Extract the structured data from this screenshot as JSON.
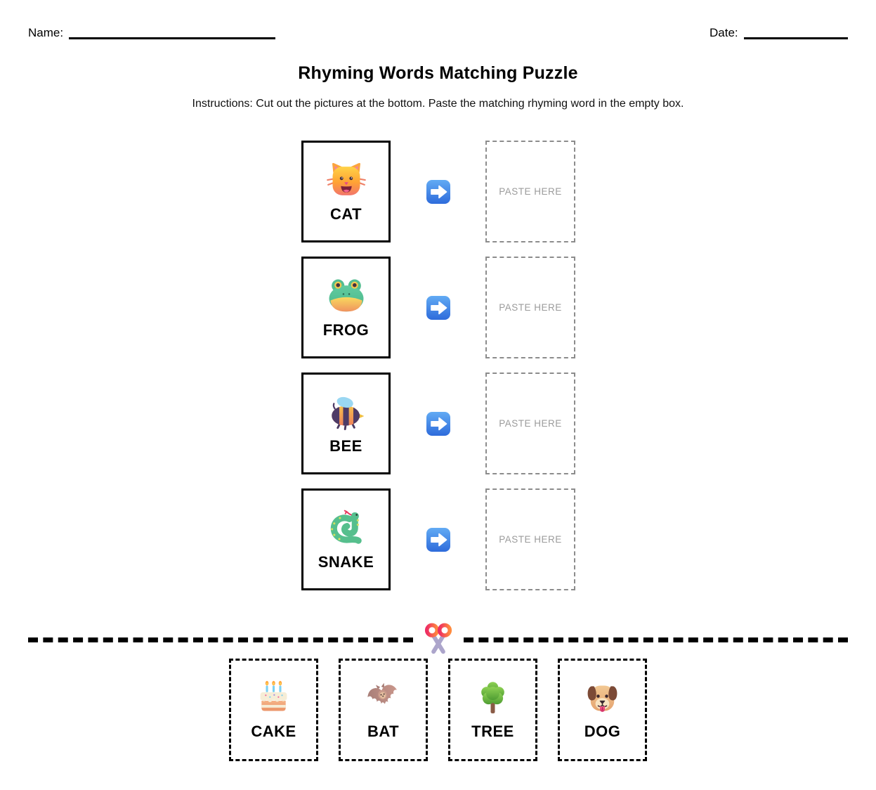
{
  "worksheet": {
    "name_label": "Name:",
    "date_label": "Date:",
    "title": "Rhyming Words Matching Puzzle",
    "instructions": "Instructions: Cut out the pictures at the bottom. Paste the matching rhyming word in the empty box."
  },
  "matching_rows": [
    {
      "word": "CAT",
      "icon": "cat-face",
      "arrow_icon": "right-arrow",
      "paste_placeholder": "PASTE HERE"
    },
    {
      "word": "FROG",
      "icon": "frog-face",
      "arrow_icon": "right-arrow",
      "paste_placeholder": "PASTE HERE"
    },
    {
      "word": "BEE",
      "icon": "honeybee",
      "arrow_icon": "right-arrow",
      "paste_placeholder": "PASTE HERE"
    },
    {
      "word": "SNAKE",
      "icon": "snake",
      "arrow_icon": "right-arrow",
      "paste_placeholder": "PASTE HERE"
    }
  ],
  "cut_line": {
    "scissors_icon": "scissors"
  },
  "cutout_cards": [
    {
      "word": "CAKE",
      "icon": "birthday-cake"
    },
    {
      "word": "BAT",
      "icon": "bat"
    },
    {
      "word": "TREE",
      "icon": "deciduous-tree"
    },
    {
      "word": "DOG",
      "icon": "dog-face"
    }
  ],
  "colors": {
    "arrow_blue_top": "#62ABF4",
    "arrow_blue_bottom": "#2E6BDB",
    "paste_border": "#8C8C8C",
    "paste_text": "#9B9B9B",
    "card_border": "#000000",
    "scissors_handle_pink": "#EE2E63",
    "scissors_handle_orange": "#FF8A3E"
  }
}
